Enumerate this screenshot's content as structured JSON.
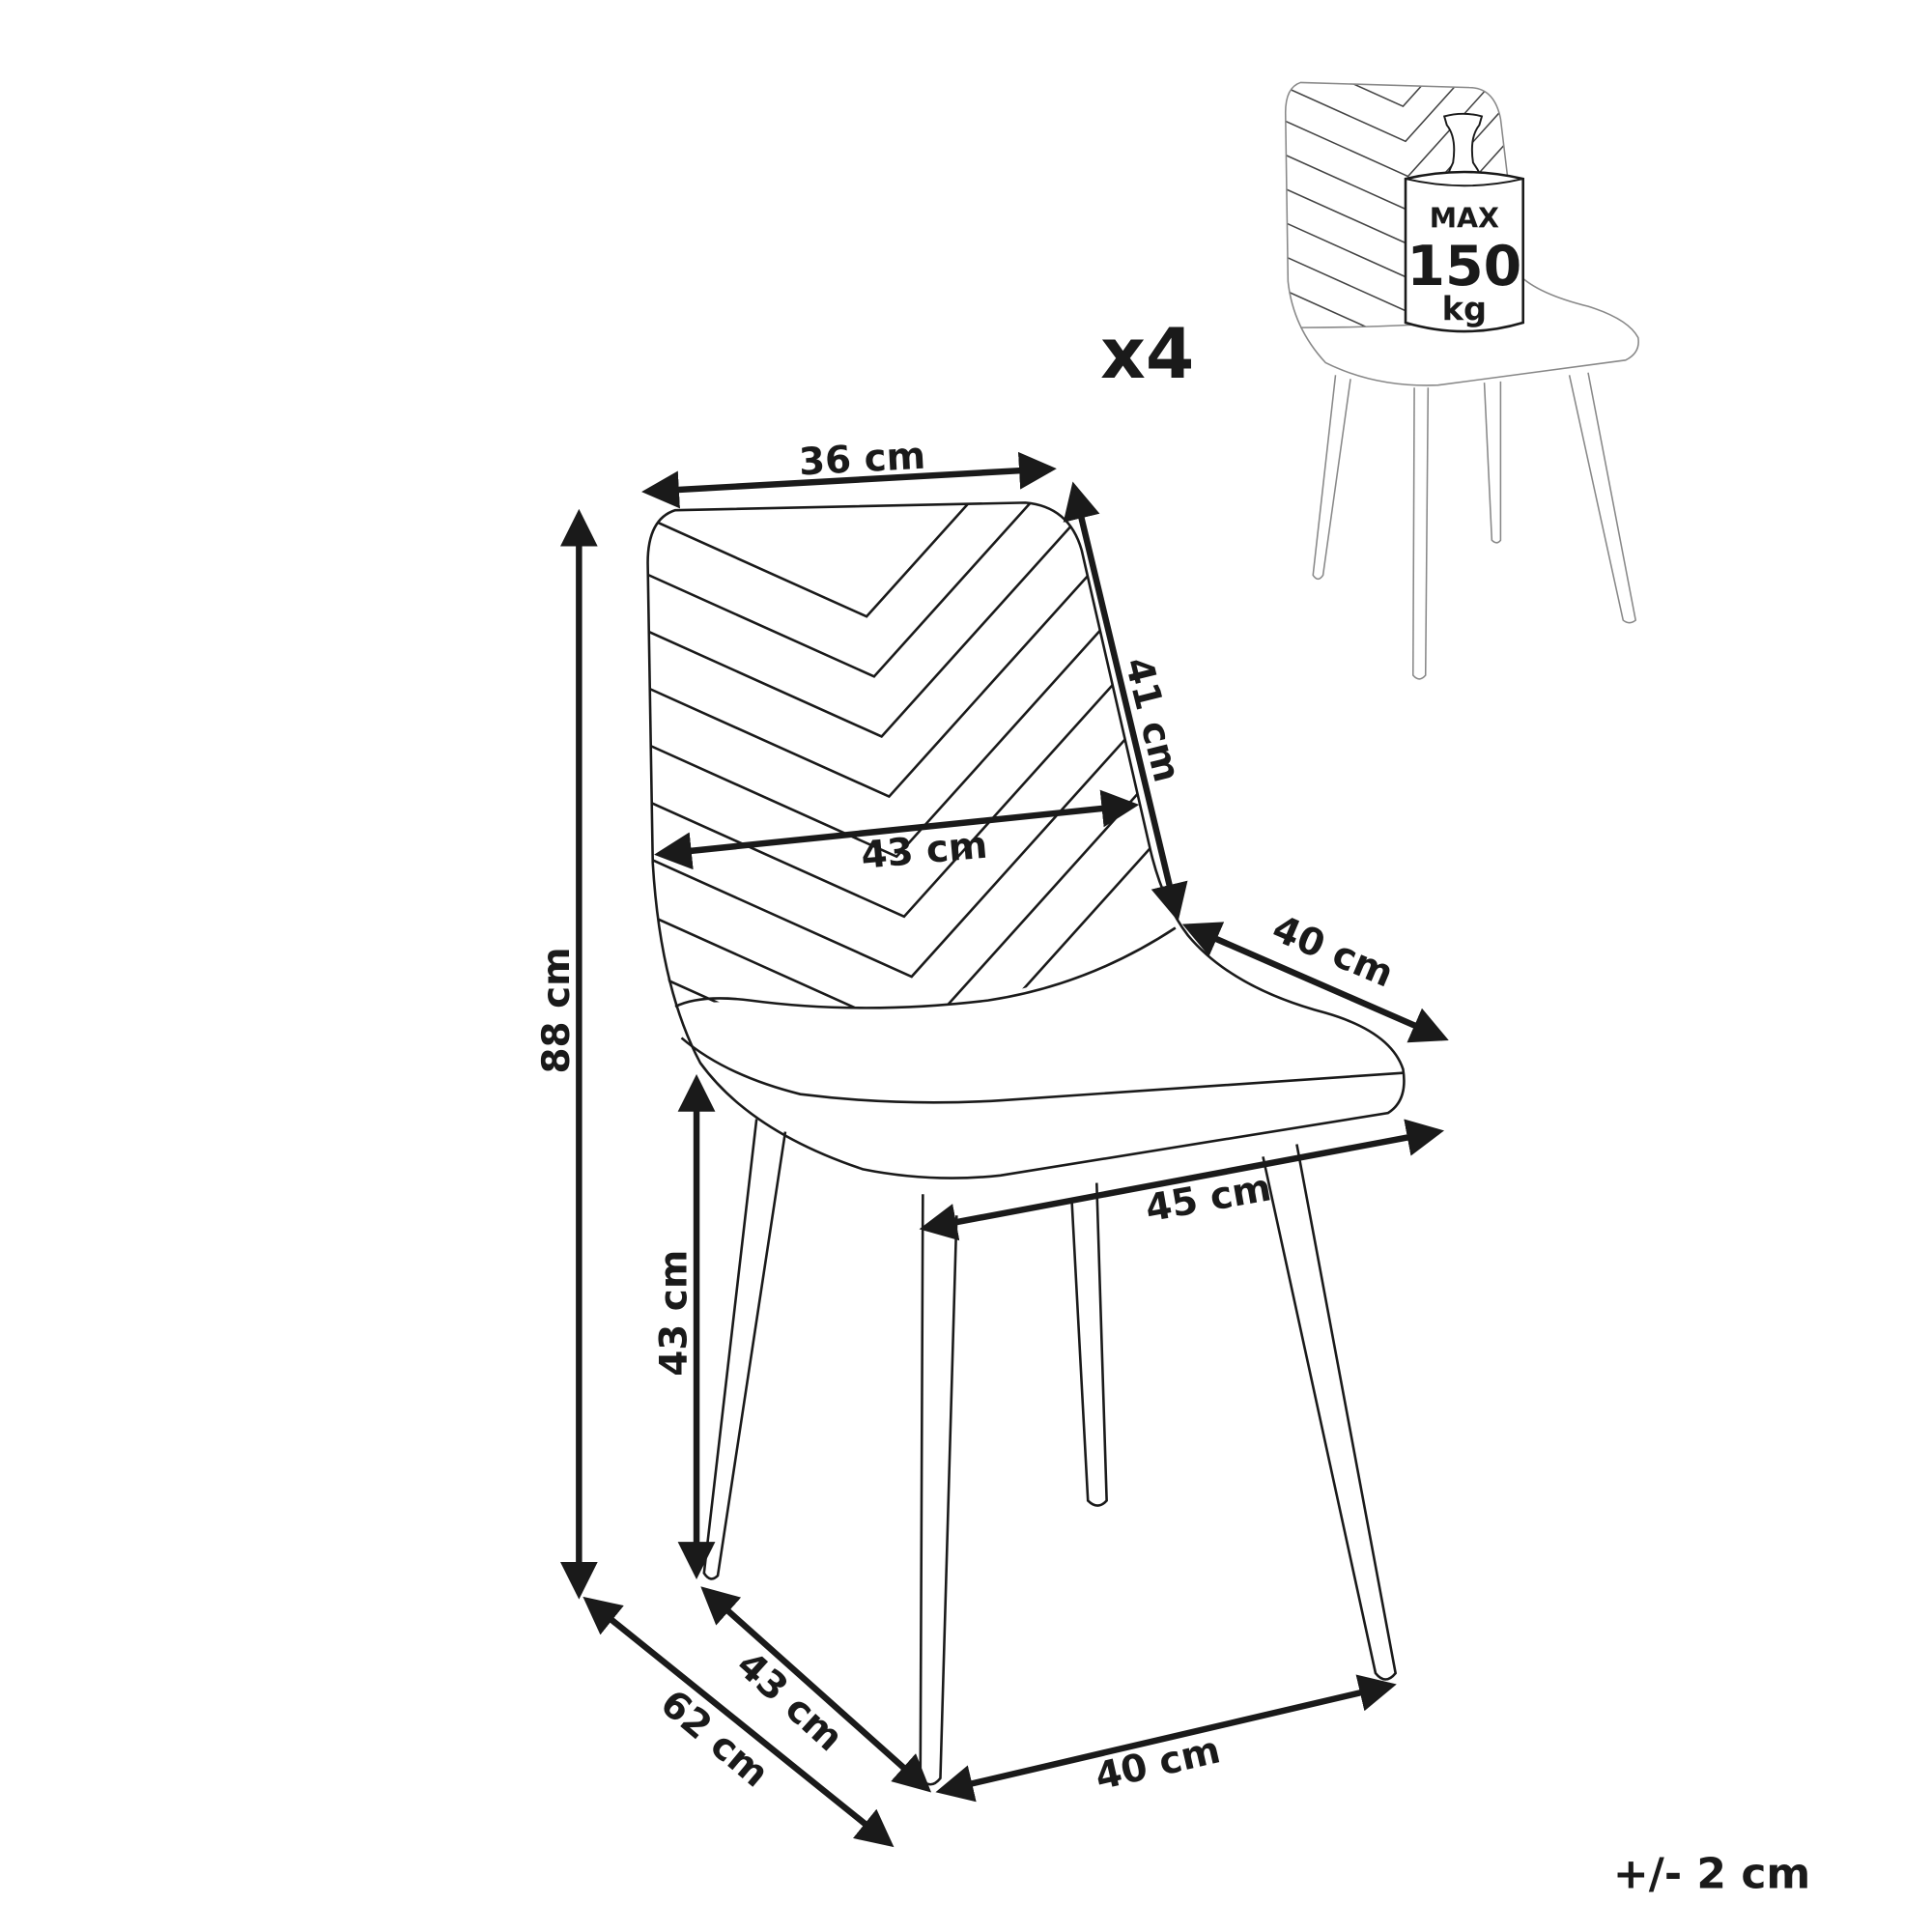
{
  "quantity": "x4",
  "tolerance": "+/- 2 cm",
  "max_load": {
    "line1": "MAX",
    "line2": "150",
    "line3": "kg"
  },
  "dimensions": {
    "backrest_top_width": "36 cm",
    "backrest_height": "41 cm",
    "backrest_width": "43 cm",
    "seat_depth": "40 cm",
    "seat_width": "45 cm",
    "total_height": "88 cm",
    "seat_height": "43 cm",
    "total_depth": "62 cm",
    "base_depth": "43 cm",
    "base_width": "40 cm"
  },
  "colors": {
    "line": "#1a1a1a",
    "thumbnail_line": "#888888"
  }
}
